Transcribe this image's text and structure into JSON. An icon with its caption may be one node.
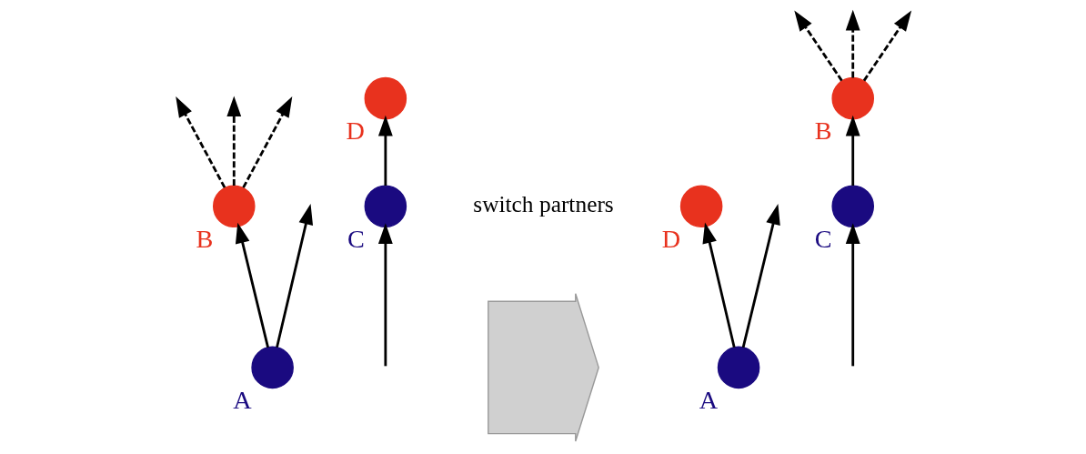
{
  "diagram": {
    "nodes": [
      {
        "text": [],
        "shape": "circle",
        "beside": [
          "A"
        ]
      },
      {
        "text": [],
        "shape": "circle",
        "beside": [
          "B"
        ]
      },
      {
        "text": [],
        "shape": "circle",
        "beside": [
          "C"
        ]
      },
      {
        "text": [],
        "shape": "circle",
        "beside": [
          "D"
        ]
      },
      {
        "text": [],
        "shape": "arrow",
        "beside": [
          "switch partners"
        ]
      },
      {
        "text": [],
        "shape": "circle",
        "beside": [
          "A"
        ]
      },
      {
        "text": [],
        "shape": "circle",
        "beside": [
          "B"
        ]
      },
      {
        "text": [],
        "shape": "circle",
        "beside": [
          "C"
        ]
      },
      {
        "text": [],
        "shape": "circle",
        "beside": [
          "D"
        ]
      }
    ],
    "edges": [
      {
        "from": 0,
        "to": 1,
        "arrow": "to"
      },
      {
        "from": 2,
        "to": 3,
        "arrow": "to"
      },
      {
        "from": 1,
        "to": null,
        "arrow": "to",
        "style": "dashed"
      },
      {
        "from": 1,
        "to": null,
        "arrow": "to",
        "style": "dashed"
      },
      {
        "from": 1,
        "to": null,
        "arrow": "to",
        "style": "dashed"
      },
      {
        "from": 0,
        "to": null,
        "arrow": "to"
      },
      {
        "from": null,
        "to": 2,
        "arrow": "to"
      },
      {
        "from": 5,
        "to": 8,
        "arrow": "to"
      },
      {
        "from": 7,
        "to": 6,
        "arrow": "to"
      },
      {
        "from": 6,
        "to": null,
        "arrow": "to",
        "style": "dashed"
      },
      {
        "from": 6,
        "to": null,
        "arrow": "to",
        "style": "dashed"
      },
      {
        "from": 6,
        "to": null,
        "arrow": "to",
        "style": "dashed"
      },
      {
        "from": 5,
        "to": null,
        "arrow": "to"
      },
      {
        "from": null,
        "to": 7,
        "arrow": "to"
      }
    ]
  }
}
